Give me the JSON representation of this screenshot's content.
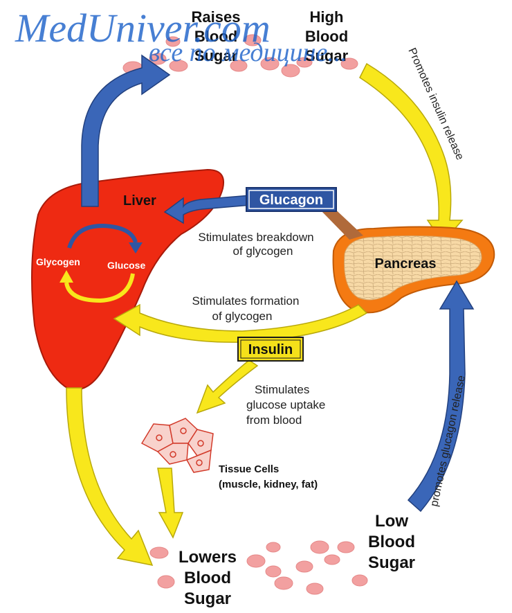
{
  "watermark": {
    "site": "MedUniver.com",
    "tagline": "все по медицине..."
  },
  "nodes": {
    "raises": [
      "Raises",
      "Blood",
      "Sugar"
    ],
    "high": [
      "High",
      "Blood",
      "Sugar"
    ],
    "liver": "Liver",
    "glycogen": "Glycogen",
    "glucose": "Glucose",
    "glucagon": "Glucagon",
    "pancreas": "Pancreas",
    "insulin": "Insulin",
    "tissue_title": "Tissue Cells",
    "tissue_sub": "(muscle, kidney, fat)",
    "lowers": [
      "Lowers",
      "Blood",
      "Sugar"
    ],
    "low": [
      "Low",
      "Blood",
      "Sugar"
    ]
  },
  "labels": {
    "promotes_insulin": "Promotes insulin release",
    "promotes_glucagon": "promotes glucagon release",
    "breakdown": [
      "Stimulates breakdown",
      "of glycogen"
    ],
    "formation": [
      "Stimulates formation",
      "of glycogen"
    ],
    "uptake": [
      "Stimulates",
      "glucose uptake",
      "from blood"
    ]
  },
  "colors": {
    "liver": "#ee2a12",
    "pancreas_outer": "#f47a12",
    "pancreas_inner": "#f7d9a6",
    "yellow_arrow": "#f8e71c",
    "blue_arrow": "#3a66b8",
    "glucagon_box": "#2f56a3",
    "insulin_box": "#f5e01a",
    "blood_cell": "#f2a0a0",
    "watermark": "#1f63c9"
  }
}
